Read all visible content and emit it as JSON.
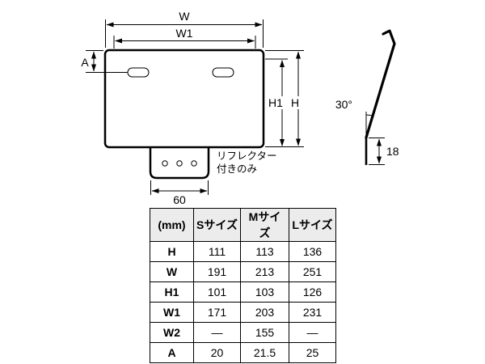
{
  "figure": {
    "front_view": {
      "dim_w": "W",
      "dim_w1": "W1",
      "dim_a": "A",
      "dim_h1": "H1",
      "dim_h": "H",
      "dim_bracket_width": "60",
      "note_line1": "リフレクター",
      "note_line2": "付きのみ"
    },
    "side_view": {
      "angle_label": "30°",
      "bottom_height_label": "18"
    }
  },
  "table": {
    "headers": [
      "(mm)",
      "Sサイズ",
      "Mサイズ",
      "Lサイズ"
    ],
    "rows": [
      {
        "label": "H",
        "s": "111",
        "m": "113",
        "l": "136"
      },
      {
        "label": "W",
        "s": "191",
        "m": "213",
        "l": "251"
      },
      {
        "label": "H1",
        "s": "101",
        "m": "103",
        "l": "126"
      },
      {
        "label": "W1",
        "s": "171",
        "m": "203",
        "l": "231"
      },
      {
        "label": "W2",
        "s": "—",
        "m": "155",
        "l": "—"
      },
      {
        "label": "A",
        "s": "20",
        "m": "21.5",
        "l": "25"
      }
    ]
  },
  "colors": {
    "line": "#000000",
    "background": "#ffffff",
    "table_header_bg": "#ececec"
  }
}
